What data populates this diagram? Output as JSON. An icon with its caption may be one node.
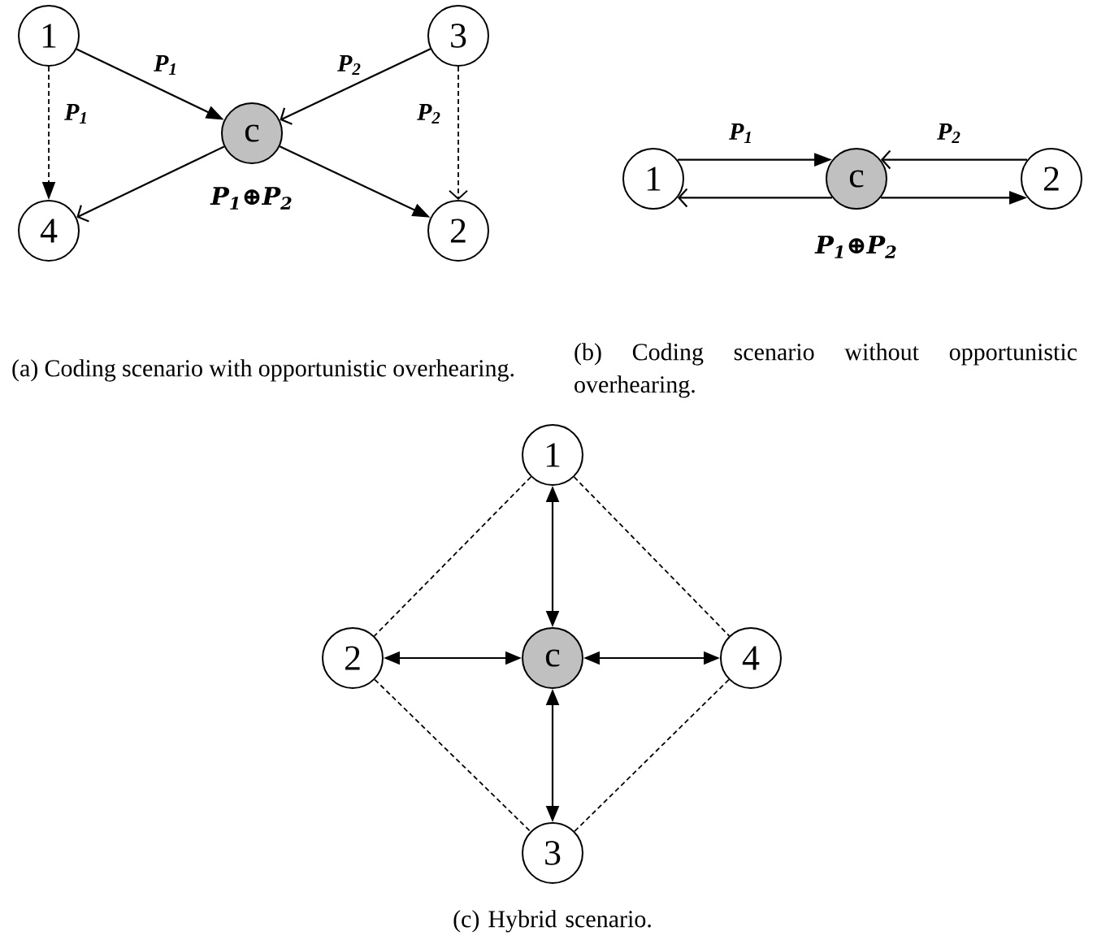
{
  "diagram": {
    "nodes": [
      {
        "text": [
          "1"
        ]
      },
      {
        "text": [
          "3"
        ]
      },
      {
        "text": [
          "c"
        ],
        "beside": [
          "P$_{1}$⊕P$_{2}$"
        ]
      },
      {
        "text": [
          "4"
        ]
      },
      {
        "text": [
          "2"
        ]
      },
      {
        "text": [
          "1"
        ]
      },
      {
        "text": [
          "c"
        ],
        "beside": [
          "P$_{1}$⊕P$_{2}$"
        ]
      },
      {
        "text": [
          "2"
        ]
      },
      {
        "text": [
          "1"
        ]
      },
      {
        "text": [
          "2"
        ]
      },
      {
        "text": [
          "c"
        ]
      },
      {
        "text": [
          "4"
        ]
      },
      {
        "text": [
          "3"
        ]
      }
    ],
    "edges": [
      {
        "from": 0,
        "to": 2,
        "arrow": "to",
        "label": "P$_{1}$"
      },
      {
        "from": 0,
        "to": 3,
        "arrow": "to",
        "label": "P$_{1}$",
        "style": "dashed"
      },
      {
        "from": 1,
        "to": 2,
        "arrow": "to",
        "label": "P$_{2}$"
      },
      {
        "from": 1,
        "to": 4,
        "arrow": "to",
        "label": "P$_{2}$",
        "style": "dashed"
      },
      {
        "from": 2,
        "to": 3,
        "arrow": "to"
      },
      {
        "from": 2,
        "to": 4,
        "arrow": "to"
      },
      {
        "from": 5,
        "to": 6,
        "arrow": "to",
        "label": "P$_{1}$"
      },
      {
        "from": 6,
        "to": 5,
        "arrow": "to"
      },
      {
        "from": 7,
        "to": 6,
        "arrow": "to",
        "label": "P$_{2}$"
      },
      {
        "from": 6,
        "to": 7,
        "arrow": "to"
      },
      {
        "from": 8,
        "to": 10,
        "arrow": "both"
      },
      {
        "from": 9,
        "to": 10,
        "arrow": "both"
      },
      {
        "from": 10,
        "to": 11,
        "arrow": "both"
      },
      {
        "from": 10,
        "to": 12,
        "arrow": "both"
      },
      {
        "from": 8,
        "to": 9,
        "arrow": "none",
        "style": "dashed"
      },
      {
        "from": 8,
        "to": 11,
        "arrow": "none",
        "style": "dashed"
      },
      {
        "from": 9,
        "to": 12,
        "arrow": "none",
        "style": "dashed"
      },
      {
        "from": 11,
        "to": 12,
        "arrow": "none",
        "style": "dashed"
      }
    ],
    "labels": [
      "(a) Coding scenario with opportunistic overhearing.",
      "(b) Coding scenario without opportunistic overhearing.",
      "(c) Hybrid scenario."
    ]
  }
}
